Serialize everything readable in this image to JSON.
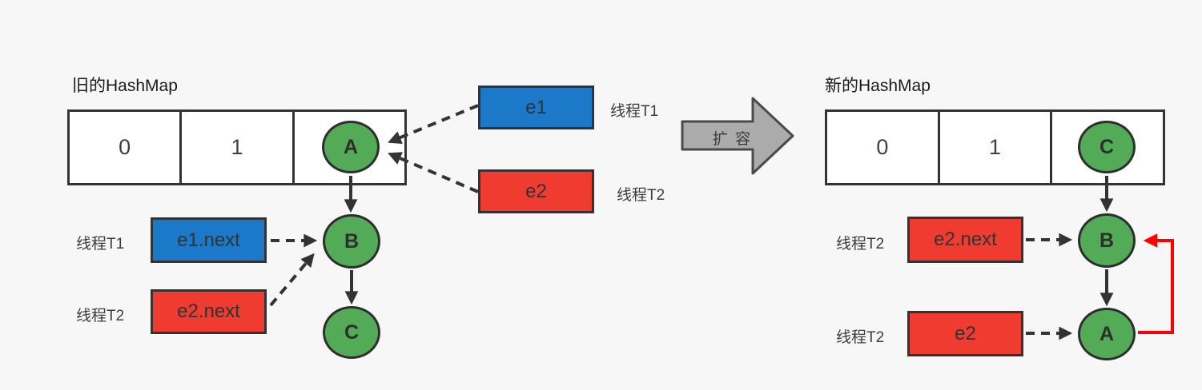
{
  "colors": {
    "background": "#F7F7F7",
    "node_green": "#53AB57",
    "pointer_blue": "#1C78C8",
    "pointer_red": "#F03B30",
    "cycle_arrow_red": "#FF0000",
    "block_arrow_gray": "#ABABAB",
    "stroke_dark": "#333333"
  },
  "old_hashmap": {
    "title": "旧的HashMap",
    "cells": [
      "0",
      "1"
    ],
    "nodes": {
      "a": "A",
      "b": "B",
      "c": "C"
    },
    "pointers": {
      "e1": {
        "label": "e1",
        "thread": "线程T1"
      },
      "e2": {
        "label": "e2",
        "thread": "线程T2"
      },
      "e1_next": {
        "label": "e1.next",
        "thread": "线程T1"
      },
      "e2_next": {
        "label": "e2.next",
        "thread": "线程T2"
      }
    }
  },
  "transition": {
    "label": "扩 容"
  },
  "new_hashmap": {
    "title": "新的HashMap",
    "cells": [
      "0",
      "1"
    ],
    "nodes": {
      "c": "C",
      "b": "B",
      "a": "A"
    },
    "pointers": {
      "e2_next": {
        "label": "e2.next",
        "thread": "线程T2"
      },
      "e2": {
        "label": "e2",
        "thread": "线程T2"
      }
    }
  }
}
